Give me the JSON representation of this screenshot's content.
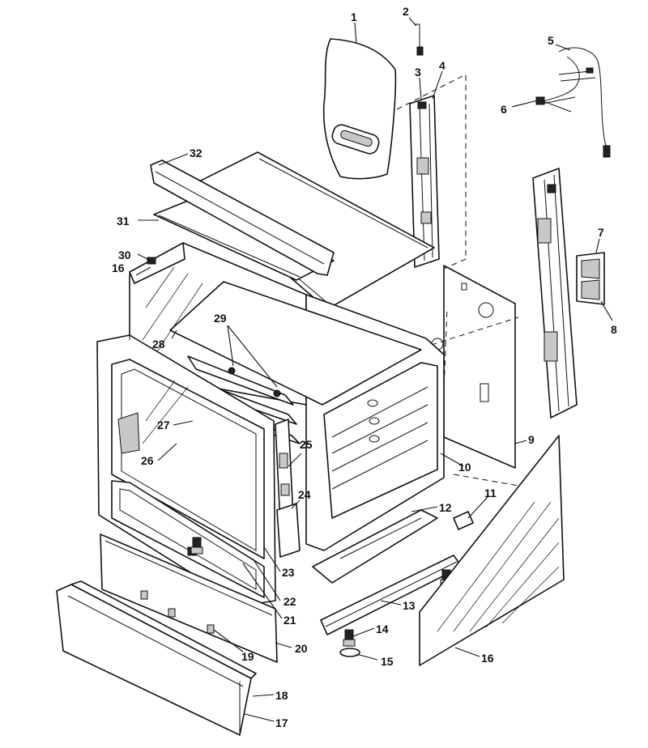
{
  "callouts": [
    {
      "id": "1",
      "label": "1"
    },
    {
      "id": "2",
      "label": "2"
    },
    {
      "id": "3",
      "label": "3"
    },
    {
      "id": "4",
      "label": "4"
    },
    {
      "id": "5",
      "label": "5"
    },
    {
      "id": "6",
      "label": "6"
    },
    {
      "id": "7",
      "label": "7"
    },
    {
      "id": "8",
      "label": "8"
    },
    {
      "id": "9",
      "label": "9"
    },
    {
      "id": "10",
      "label": "10"
    },
    {
      "id": "11",
      "label": "11"
    },
    {
      "id": "12",
      "label": "12"
    },
    {
      "id": "13",
      "label": "13"
    },
    {
      "id": "14",
      "label": "14"
    },
    {
      "id": "15",
      "label": "15"
    },
    {
      "id": "16a",
      "label": "16"
    },
    {
      "id": "16b",
      "label": "16"
    },
    {
      "id": "17",
      "label": "17"
    },
    {
      "id": "18",
      "label": "18"
    },
    {
      "id": "19",
      "label": "19"
    },
    {
      "id": "20",
      "label": "20"
    },
    {
      "id": "21",
      "label": "21"
    },
    {
      "id": "22",
      "label": "22"
    },
    {
      "id": "23",
      "label": "23"
    },
    {
      "id": "24",
      "label": "24"
    },
    {
      "id": "25",
      "label": "25"
    },
    {
      "id": "26",
      "label": "26"
    },
    {
      "id": "27",
      "label": "27"
    },
    {
      "id": "28",
      "label": "28"
    },
    {
      "id": "29",
      "label": "29"
    },
    {
      "id": "30",
      "label": "30"
    },
    {
      "id": "31",
      "label": "31"
    },
    {
      "id": "32",
      "label": "32"
    }
  ]
}
